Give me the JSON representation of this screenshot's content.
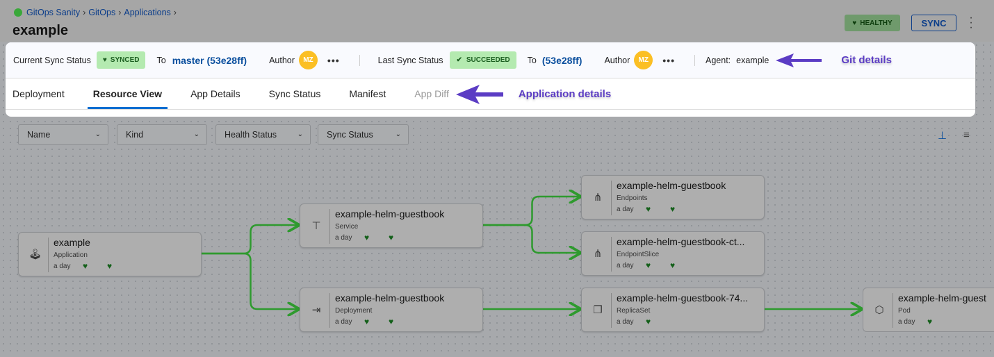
{
  "breadcrumb": [
    "GitOps Sanity",
    "GitOps",
    "Applications"
  ],
  "title": "example",
  "header": {
    "health": "HEALTHY",
    "sync": "SYNC"
  },
  "git": {
    "current_label": "Current Sync Status",
    "current_status": "SYNCED",
    "to": "To",
    "current_ref": "master (53e28ff)",
    "author_label": "Author",
    "author_initials": "MZ",
    "last_label": "Last Sync Status",
    "last_status": "SUCCEEDED",
    "last_ref": "(53e28ff)",
    "agent_label": "Agent:",
    "agent": "example"
  },
  "annotations": {
    "git": "Git details",
    "app": "Application details"
  },
  "tabs": [
    "Deployment",
    "Resource View",
    "App Details",
    "Sync Status",
    "Manifest",
    "App Diff"
  ],
  "active_tab": "Resource View",
  "filters": [
    "Name",
    "Kind",
    "Health Status",
    "Sync Status"
  ],
  "nodes": [
    {
      "name": "example",
      "kind": "Application",
      "age": "a day",
      "icon": "joystick-icon"
    },
    {
      "name": "example-helm-guestbook",
      "kind": "Service",
      "age": "a day",
      "icon": "service-icon"
    },
    {
      "name": "example-helm-guestbook",
      "kind": "Deployment",
      "age": "a day",
      "icon": "deployment-icon"
    },
    {
      "name": "example-helm-guestbook",
      "kind": "Endpoints",
      "age": "a day",
      "icon": "endpoints-icon"
    },
    {
      "name": "example-helm-guestbook-ct...",
      "kind": "EndpointSlice",
      "age": "a day",
      "icon": "endpoints-icon"
    },
    {
      "name": "example-helm-guestbook-74...",
      "kind": "ReplicaSet",
      "age": "a day",
      "icon": "replicaset-icon"
    },
    {
      "name": "example-helm-guest",
      "kind": "Pod",
      "age": "a day",
      "icon": "cube-icon"
    }
  ],
  "colors": {
    "edge": "#2e9a2e",
    "healthy": "#14601a",
    "accent": "#0a6ed1",
    "annotation": "#5b3cc4"
  }
}
